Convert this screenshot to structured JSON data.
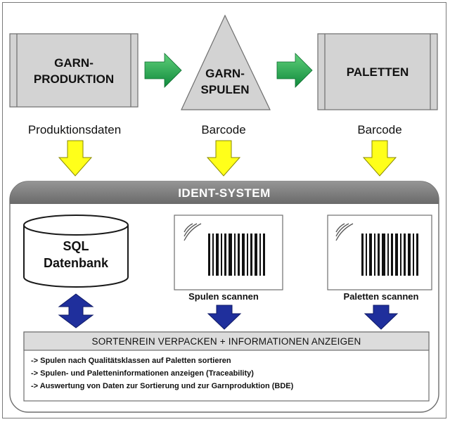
{
  "diagram": {
    "production": {
      "line1": "GARN-",
      "line2": "PRODUKTION"
    },
    "spools": {
      "line1": "GARN-",
      "line2": "SPULEN"
    },
    "pallets": {
      "label": "PALETTEN"
    },
    "inputs": {
      "production": "Produktionsdaten",
      "spools": "Barcode",
      "pallets": "Barcode"
    },
    "ident_system": {
      "title": "IDENT-SYSTEM"
    },
    "database": {
      "line1": "SQL",
      "line2": "Datenbank"
    },
    "scanners": {
      "spools": "Spulen scannen",
      "pallets": "Paletten scannen"
    },
    "output": {
      "title": "SORTENREIN VERPACKEN  +  INFORMATIONEN ANZEIGEN",
      "lines": [
        "-> Spulen nach Qualitätsklassen auf Paletten sortieren",
        "-> Spulen- und Paletteninformationen anzeigen (Traceability)",
        "-> Auswertung von Daten zur Sortierung und zur Garnproduktion (BDE)"
      ]
    },
    "colors": {
      "green_arrow": "#1fa050",
      "yellow_arrow": "#ffff1a",
      "blue_arrow": "#1f2f9c",
      "band": "#7d7d7d",
      "box": "#d3d3d3"
    }
  }
}
